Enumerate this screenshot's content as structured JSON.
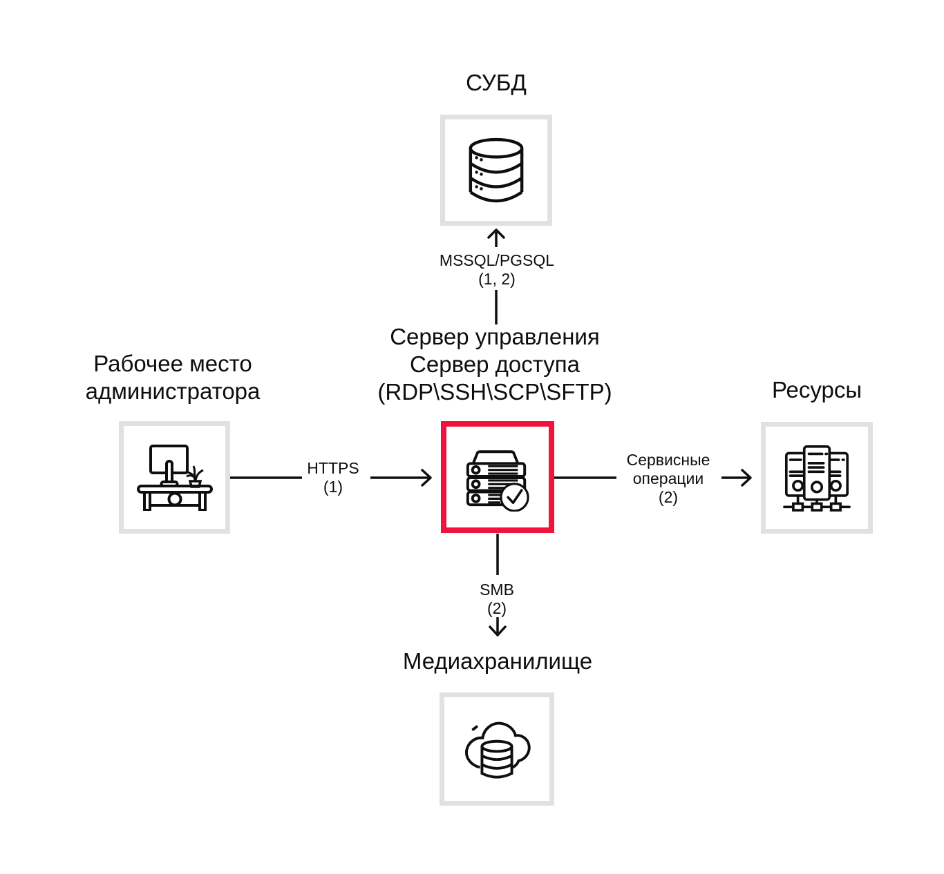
{
  "colors": {
    "accent_red": "#F0143C",
    "box_border": "#E1E1E1",
    "line": "#0E0E0E",
    "text": "#0E0E0E"
  },
  "nodes": {
    "dbms": {
      "title": "СУБД",
      "icon": "database-icon"
    },
    "admin_workstation": {
      "title_lines": [
        "Рабочее место",
        "администратора"
      ],
      "icon": "workstation-icon"
    },
    "management_server": {
      "title_lines": [
        "Сервер управления",
        "Сервер доступа",
        "(RDP\\SSH\\SCP\\SFTP)"
      ],
      "icon": "server-check-icon",
      "highlighted": true
    },
    "resources": {
      "title": "Ресурсы",
      "icon": "servers-rack-icon"
    },
    "media_storage": {
      "title": "Медиахранилище",
      "icon": "cloud-database-icon"
    }
  },
  "edges": {
    "mgmt_to_dbms": {
      "lines": [
        "MSSQL/PGSQL",
        "(1, 2)"
      ],
      "direction": "up"
    },
    "admin_to_mgmt": {
      "lines": [
        "HTTPS",
        "(1)"
      ],
      "direction": "right"
    },
    "mgmt_to_resources": {
      "lines": [
        "Сервисные",
        "операции",
        "(2)"
      ],
      "direction": "right"
    },
    "mgmt_to_media": {
      "lines": [
        "SMB",
        "(2)"
      ],
      "direction": "down"
    }
  }
}
